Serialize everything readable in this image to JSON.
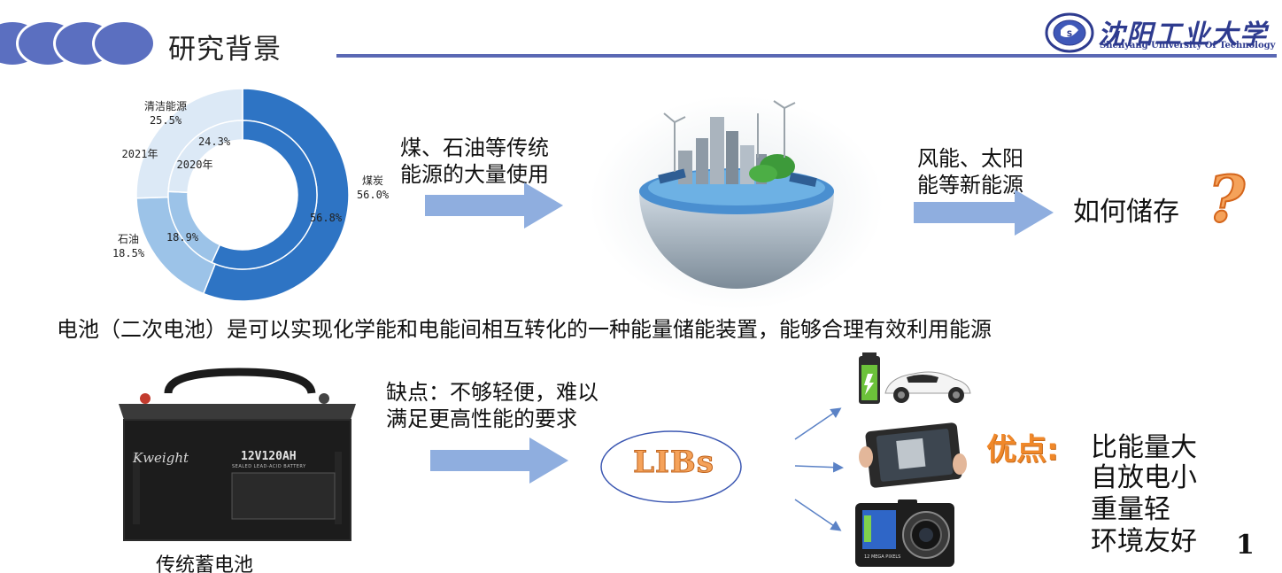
{
  "header": {
    "title": "研究背景",
    "logo_cn": "沈阳工业大学",
    "logo_en": "Shenyang University Of Technology"
  },
  "chart_data": {
    "type": "donut",
    "series": [
      {
        "name": "2020年",
        "values": [
          56.8,
          18.9,
          24.3
        ]
      },
      {
        "name": "2021年",
        "values": [
          56.0,
          18.5,
          25.5
        ]
      }
    ],
    "categories": [
      "煤炭",
      "石油",
      "清洁能源"
    ],
    "colors": [
      "#2e74c4",
      "#9cc3e8",
      "#dce9f6"
    ],
    "labels": {
      "outer_coal_name": "煤炭",
      "outer_coal_value": "56.0%",
      "inner_coal_value": "56.8%",
      "outer_oil_name": "石油",
      "outer_oil_value": "18.5%",
      "inner_oil_value": "18.9%",
      "outer_clean_name": "清洁能源",
      "outer_clean_value": "25.5%",
      "inner_clean_value": "24.3%",
      "year_outer": "2021年",
      "year_inner": "2020年"
    }
  },
  "flow": {
    "traditional_line1": "煤、石油等传统",
    "traditional_line2": "能源的大量使用",
    "new_energy_line1": "风能、太阳",
    "new_energy_line2": "能等新能源",
    "storage_question": "如何储存",
    "question_mark": "?"
  },
  "statement": "电池（二次电池）是可以实现化学能和电能间相互转化的一种能量储能装置，能够合理有效利用能源",
  "battery": {
    "caption": "传统蓄电池",
    "brand": "Kweight",
    "model": "12V120AH",
    "model_sub": "SEALED LEAD-ACID BATTERY"
  },
  "disadvantage": {
    "line1": "缺点：不够轻便，难以",
    "line2": "满足更高性能的要求"
  },
  "libs": {
    "label": "LIBs"
  },
  "advantages": {
    "title": "优点:",
    "items": [
      "比能量大",
      "自放电小",
      "重量轻",
      "环境友好"
    ]
  },
  "page_number": "1",
  "camera_label": "12 MEGA PIXELS"
}
